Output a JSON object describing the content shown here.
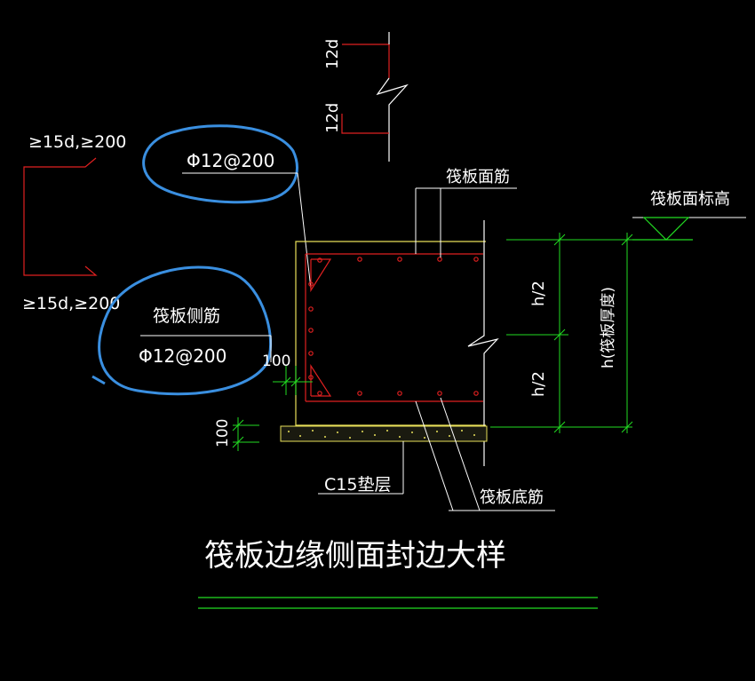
{
  "title": "筏板边缘侧面封边大样",
  "labels": {
    "top_lap": "≥15d,≥200",
    "bottom_lap": "≥15d,≥200",
    "top_rebar_spec": "Φ12@200",
    "side_rebar_name": "筏板侧筋",
    "side_rebar_spec": "Φ12@200",
    "face_rebar": "筏板面筋",
    "face_elevation": "筏板面标高",
    "bottom_rebar": "筏板底筋",
    "cushion": "C15垫层",
    "half_top": "h/2",
    "half_bottom": "h/2",
    "thickness": "h(筏板厚度)",
    "hook_top": "12d",
    "hook_bottom": "12d",
    "dim_100_side": "100",
    "dim_100_cushion": "100"
  },
  "colors": {
    "background": "#000000",
    "rebar": "#e02020",
    "formwork": "#e8e05a",
    "dimension": "#22dd22",
    "annotation": "#ffffff",
    "markup": "#3a8fe0"
  }
}
